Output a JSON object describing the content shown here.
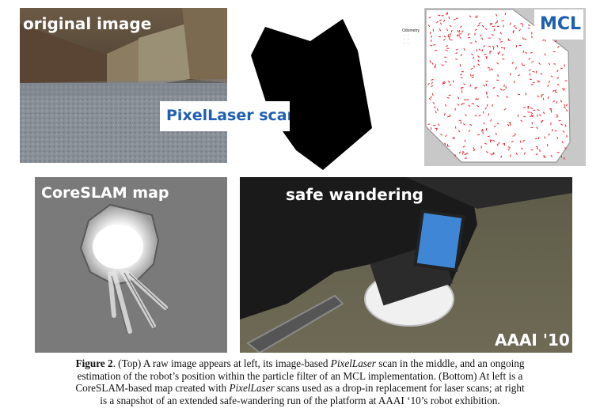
{
  "panels": {
    "original": {
      "label": "original image"
    },
    "pixellaser": {
      "label": "PixelLaser scan"
    },
    "mcl": {
      "label": "MCL",
      "legend_title": "Odometry"
    },
    "coreslam": {
      "label": "CoreSLAM map"
    },
    "safe": {
      "label": "safe wandering",
      "badge": "AAAI '10"
    }
  },
  "caption": {
    "fig_label": "Figure 2",
    "seg1": ". (Top) A raw image appears at left, its image-based ",
    "seg2": "PixelLaser",
    "seg3": " scan in the middle, and an ongoing",
    "line2": "estimation of the robot’s position within the particle filter of an MCL implementation. (Bottom) At left is a",
    "seg4": "CoreSLAM-based map created with ",
    "seg5": "PixelLaser",
    "seg6": " scans used as a drop-in replacement for laser scans; at right",
    "line4": "is a snapshot of an extended safe-wandering run of the platform at AAAI ‘10’s robot exhibition."
  },
  "colors": {
    "particle": "#e8202a",
    "label_blue": "#1f5fb3",
    "map_gray": "#7a7a7a"
  }
}
